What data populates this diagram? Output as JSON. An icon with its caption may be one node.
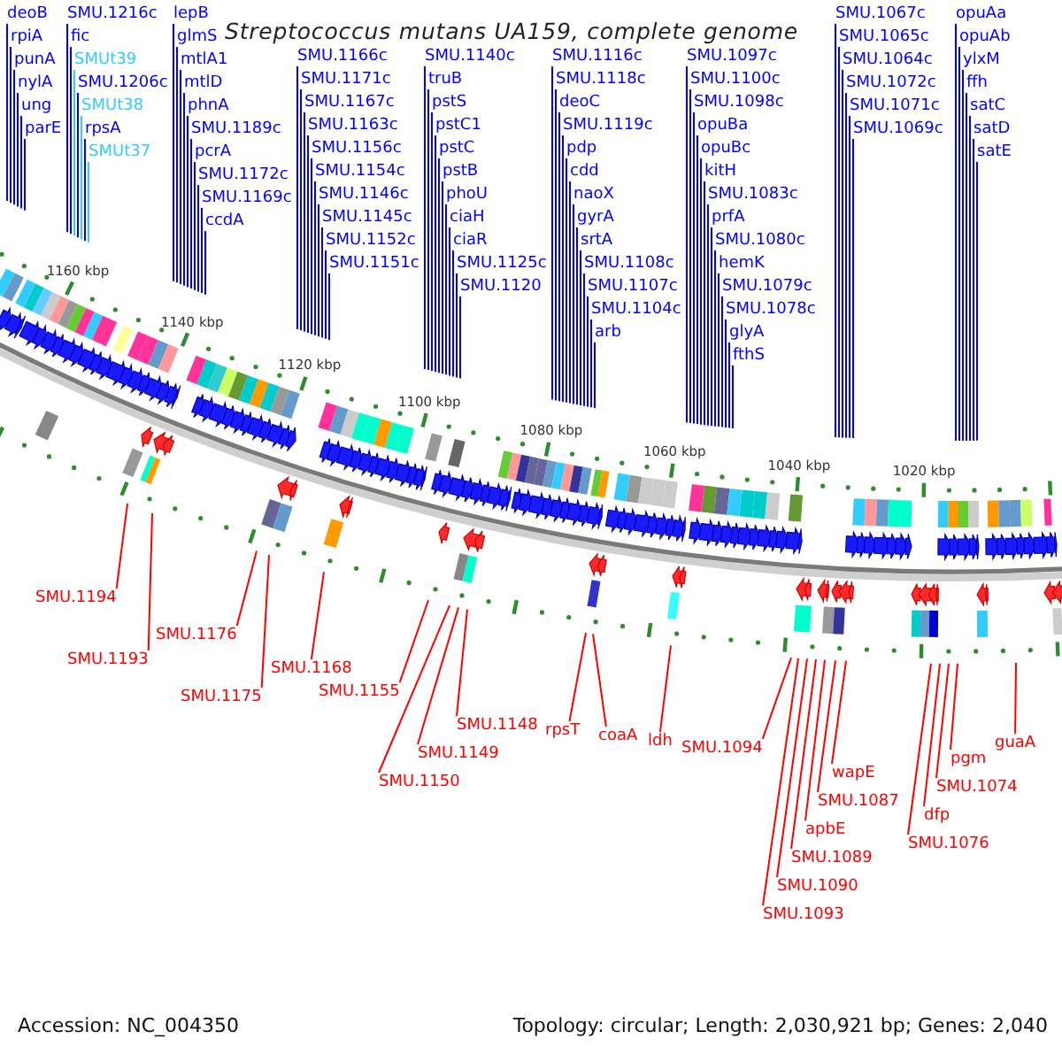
{
  "diagram": {
    "title": "Streptococcus mutans UA159, complete genome",
    "nodes": [
      {
        "text": [
          "SMU.1067c"
        ]
      },
      {
        "text": [
          "deoB"
        ]
      },
      {
        "text": [
          "SMU.1065c"
        ]
      },
      {
        "text": [
          "rpiA"
        ]
      },
      {
        "text": [
          "SMU.1216c"
        ]
      },
      {
        "text": [
          "SMUt39"
        ]
      },
      {
        "text": [
          "SMU.1098c"
        ]
      },
      {
        "text": [
          "SMU.1140c"
        ]
      },
      {
        "text": [
          "SMU.1119c"
        ]
      },
      {
        "text": [
          "pcrA"
        ]
      },
      {
        "text": [
          "SMU.1163c"
        ]
      },
      {
        "text": [
          "SMU.1206c"
        ]
      },
      {
        "text": [
          "SMU.1189c"
        ]
      },
      {
        "text": [
          "punA"
        ]
      },
      {
        "text": [
          "SMU.1083c"
        ]
      },
      {
        "text": [
          "SMU.1064c"
        ]
      },
      {
        "text": [
          "ung"
        ]
      },
      {
        "text": [
          "SMU.1107c"
        ]
      },
      {
        "text": [
          "ciaH"
        ]
      },
      {
        "text": [
          "SMU.1156c"
        ]
      },
      {
        "text": [
          "pstS"
        ]
      },
      {
        "text": [
          "SMUt38"
        ]
      },
      {
        "text": [
          "nylA"
        ]
      },
      {
        "text": [
          "SMU.1172c"
        ]
      },
      {
        "text": [
          "parE"
        ]
      },
      {
        "text": [
          "glmS"
        ]
      },
      {
        "text": [
          "SMU.1080c"
        ]
      },
      {
        "text": [
          "opuAa"
        ]
      },
      {
        "text": [
          "SMU.1146c"
        ]
      },
      {
        "text": [
          "SMU.1104c"
        ]
      },
      {
        "text": [
          "SMU.1125c"
        ]
      },
      {
        "text": [
          "SMU.1169c"
        ]
      },
      {
        "text": [
          "fic"
        ]
      },
      {
        "text": [
          "rpsA"
        ]
      },
      {
        "text": [
          "mtlD"
        ]
      },
      {
        "text": [
          "SMU.1120"
        ]
      },
      {
        "text": [
          "SMU.1079c"
        ]
      },
      {
        "text": [
          "opuAb"
        ]
      },
      {
        "text": [
          "SMU.1154c"
        ]
      },
      {
        "text": [
          "pstC1"
        ]
      },
      {
        "text": [
          "lepB"
        ]
      },
      {
        "text": [
          "arb"
        ]
      },
      {
        "text": [
          "ccdA"
        ]
      },
      {
        "text": [
          "SMUt37"
        ]
      },
      {
        "text": [
          "SMU.1116c"
        ]
      },
      {
        "text": [
          "phnA"
        ]
      },
      {
        "text": [
          "ciaR"
        ]
      },
      {
        "text": [
          "SMU.1145c"
        ]
      },
      {
        "text": [
          "SMU.1078c"
        ]
      },
      {
        "text": [
          "ylxM"
        ]
      },
      {
        "text": [
          "SMU.1166c"
        ]
      },
      {
        "text": [
          "SMU.1097c"
        ]
      },
      {
        "text": [
          "mtlA1"
        ]
      },
      {
        "text": [
          "SMU.1118c"
        ]
      },
      {
        "text": [
          "pstC"
        ]
      },
      {
        "text": [
          "SMU.1152c"
        ]
      },
      {
        "text": [
          "SMU.1171c"
        ]
      },
      {
        "text": [
          "kitH"
        ]
      },
      {
        "text": [
          "fthS"
        ]
      },
      {
        "text": [
          "ffh"
        ]
      },
      {
        "text": [
          "SMU.1108c"
        ]
      },
      {
        "text": [
          "SMU.1167c"
        ]
      },
      {
        "text": [
          "deoC"
        ]
      },
      {
        "text": [
          "pstB"
        ]
      },
      {
        "text": [
          "SMU.1151c"
        ]
      },
      {
        "text": [
          "SMU.1100c"
        ]
      },
      {
        "text": [
          "prfA"
        ]
      },
      {
        "text": [
          "satC"
        ]
      },
      {
        "text": [
          "SMU.1072c"
        ]
      },
      {
        "text": [
          "naoX"
        ]
      },
      {
        "text": [
          "truB"
        ]
      },
      {
        "text": [
          "pdp"
        ]
      },
      {
        "text": [
          "gyrA"
        ]
      },
      {
        "text": [
          "phoU"
        ]
      },
      {
        "text": [
          "opuBa"
        ]
      },
      {
        "text": [
          "hemK"
        ]
      },
      {
        "text": [
          "satD"
        ]
      },
      {
        "text": [
          "SMU.1071c"
        ]
      },
      {
        "text": [
          "cdd"
        ]
      },
      {
        "text": [
          "srtA"
        ]
      },
      {
        "text": [
          "opuBc"
        ]
      },
      {
        "text": [
          "glyA"
        ]
      },
      {
        "text": [
          "SMU.1069c"
        ]
      },
      {
        "text": [
          "satE"
        ]
      },
      {
        "text": [
          "SMU.1194"
        ]
      },
      {
        "text": [
          "SMU.1176"
        ]
      },
      {
        "text": [
          "SMU.1193"
        ]
      },
      {
        "text": [
          "SMU.1168"
        ]
      },
      {
        "text": [
          "SMU.1155"
        ]
      },
      {
        "text": [
          "SMU.1175"
        ]
      },
      {
        "text": [
          "SMU.1148"
        ]
      },
      {
        "text": [
          "rpsT"
        ]
      },
      {
        "text": [
          "coaA"
        ]
      },
      {
        "text": [
          "ldh"
        ]
      },
      {
        "text": [
          "SMU.1094"
        ]
      },
      {
        "text": [
          "SMU.1149"
        ]
      },
      {
        "text": [
          "pgm"
        ]
      },
      {
        "text": [
          "wapE"
        ]
      },
      {
        "text": [
          "guaA"
        ]
      },
      {
        "text": [
          "SMU.1150"
        ]
      },
      {
        "text": [
          "SMU.1087"
        ]
      },
      {
        "text": [
          "SMU.1074"
        ]
      },
      {
        "text": [
          "dfp"
        ]
      },
      {
        "text": [
          "apbE"
        ]
      },
      {
        "text": [
          "SMU.1076"
        ]
      },
      {
        "text": [
          "SMU.1089"
        ]
      },
      {
        "text": [
          "SMU.1090"
        ]
      },
      {
        "text": [
          "SMU.1093"
        ]
      }
    ],
    "edges": [
      {
        "from": 0,
        "to": null,
        "arrow": "none"
      },
      {
        "from": 1,
        "to": null,
        "arrow": "none"
      },
      {
        "from": 2,
        "to": null,
        "arrow": "none"
      },
      {
        "from": 3,
        "to": null,
        "arrow": "none"
      },
      {
        "from": 4,
        "to": null,
        "arrow": "none"
      },
      {
        "from": 5,
        "to": null,
        "arrow": "none",
        "color": "#33ccff"
      },
      {
        "from": 6,
        "to": null,
        "arrow": "none"
      },
      {
        "from": 7,
        "to": null,
        "arrow": "none"
      },
      {
        "from": 8,
        "to": null,
        "arrow": "none"
      },
      {
        "from": 9,
        "to": null,
        "arrow": "none"
      },
      {
        "from": 10,
        "to": null,
        "arrow": "none"
      },
      {
        "from": 11,
        "to": null,
        "arrow": "none"
      },
      {
        "from": 12,
        "to": null,
        "arrow": "none"
      },
      {
        "from": 13,
        "to": null,
        "arrow": "none"
      },
      {
        "from": 14,
        "to": null,
        "arrow": "none"
      },
      {
        "from": 15,
        "to": null,
        "arrow": "none"
      },
      {
        "from": 16,
        "to": null,
        "arrow": "none"
      },
      {
        "from": 17,
        "to": null,
        "arrow": "none"
      },
      {
        "from": 18,
        "to": null,
        "arrow": "none"
      },
      {
        "from": 19,
        "to": null,
        "arrow": "none"
      },
      {
        "from": 20,
        "to": null,
        "arrow": "none"
      },
      {
        "from": 21,
        "to": null,
        "arrow": "none",
        "color": "#33ccff"
      },
      {
        "from": 22,
        "to": null,
        "arrow": "none"
      },
      {
        "from": 23,
        "to": null,
        "arrow": "none"
      },
      {
        "from": 24,
        "to": null,
        "arrow": "none"
      },
      {
        "from": 25,
        "to": null,
        "arrow": "none"
      },
      {
        "from": 26,
        "to": null,
        "arrow": "none"
      },
      {
        "from": 27,
        "to": null,
        "arrow": "none"
      },
      {
        "from": 28,
        "to": null,
        "arrow": "none"
      },
      {
        "from": 29,
        "to": null,
        "arrow": "none"
      },
      {
        "from": 30,
        "to": null,
        "arrow": "none"
      },
      {
        "from": 31,
        "to": null,
        "arrow": "none"
      },
      {
        "from": 32,
        "to": null,
        "arrow": "none"
      },
      {
        "from": 33,
        "to": null,
        "arrow": "none"
      },
      {
        "from": 34,
        "to": null,
        "arrow": "none"
      },
      {
        "from": 35,
        "to": null,
        "arrow": "none"
      },
      {
        "from": 36,
        "to": null,
        "arrow": "none"
      },
      {
        "from": 37,
        "to": null,
        "arrow": "none"
      },
      {
        "from": 38,
        "to": null,
        "arrow": "none"
      },
      {
        "from": 39,
        "to": null,
        "arrow": "none"
      },
      {
        "from": 40,
        "to": null,
        "arrow": "none"
      },
      {
        "from": 41,
        "to": null,
        "arrow": "none"
      },
      {
        "from": 42,
        "to": null,
        "arrow": "none"
      },
      {
        "from": 43,
        "to": null,
        "arrow": "none",
        "color": "#33ccff"
      },
      {
        "from": 44,
        "to": null,
        "arrow": "none"
      },
      {
        "from": 45,
        "to": null,
        "arrow": "none"
      },
      {
        "from": 46,
        "to": null,
        "arrow": "none"
      },
      {
        "from": 47,
        "to": null,
        "arrow": "none"
      },
      {
        "from": 48,
        "to": null,
        "arrow": "none"
      },
      {
        "from": 49,
        "to": null,
        "arrow": "none"
      },
      {
        "from": 50,
        "to": null,
        "arrow": "none"
      },
      {
        "from": 51,
        "to": null,
        "arrow": "none"
      },
      {
        "from": 52,
        "to": null,
        "arrow": "none"
      },
      {
        "from": 53,
        "to": null,
        "arrow": "none"
      },
      {
        "from": 54,
        "to": null,
        "arrow": "none"
      },
      {
        "from": 55,
        "to": null,
        "arrow": "none"
      },
      {
        "from": 56,
        "to": null,
        "arrow": "none"
      },
      {
        "from": 57,
        "to": null,
        "arrow": "none"
      },
      {
        "from": 58,
        "to": null,
        "arrow": "none"
      },
      {
        "from": 59,
        "to": null,
        "arrow": "none"
      },
      {
        "from": 60,
        "to": null,
        "arrow": "none"
      },
      {
        "from": 61,
        "to": null,
        "arrow": "none"
      },
      {
        "from": 62,
        "to": null,
        "arrow": "none"
      },
      {
        "from": 63,
        "to": null,
        "arrow": "none"
      },
      {
        "from": 64,
        "to": null,
        "arrow": "none"
      },
      {
        "from": 65,
        "to": null,
        "arrow": "none"
      },
      {
        "from": 66,
        "to": null,
        "arrow": "none"
      },
      {
        "from": 67,
        "to": null,
        "arrow": "none"
      },
      {
        "from": 68,
        "to": null,
        "arrow": "none"
      },
      {
        "from": 69,
        "to": null,
        "arrow": "none"
      },
      {
        "from": 70,
        "to": null,
        "arrow": "none"
      },
      {
        "from": 71,
        "to": null,
        "arrow": "none"
      },
      {
        "from": 72,
        "to": null,
        "arrow": "none"
      },
      {
        "from": 73,
        "to": null,
        "arrow": "none"
      },
      {
        "from": 74,
        "to": null,
        "arrow": "none"
      },
      {
        "from": 75,
        "to": null,
        "arrow": "none"
      },
      {
        "from": 76,
        "to": null,
        "arrow": "none"
      },
      {
        "from": 77,
        "to": null,
        "arrow": "none"
      },
      {
        "from": 78,
        "to": null,
        "arrow": "none"
      },
      {
        "from": 79,
        "to": null,
        "arrow": "none"
      },
      {
        "from": 80,
        "to": null,
        "arrow": "none"
      },
      {
        "from": 81,
        "to": null,
        "arrow": "none"
      },
      {
        "from": 82,
        "to": null,
        "arrow": "none"
      },
      {
        "from": 83,
        "to": null,
        "arrow": "none"
      },
      {
        "from": 84,
        "to": null,
        "arrow": "none",
        "color": "#ff0000"
      },
      {
        "from": 85,
        "to": null,
        "arrow": "none",
        "color": "#ff0000"
      },
      {
        "from": 86,
        "to": null,
        "arrow": "none",
        "color": "#ff0000"
      },
      {
        "from": 87,
        "to": null,
        "arrow": "none",
        "color": "#ff0000"
      },
      {
        "from": 88,
        "to": null,
        "arrow": "none",
        "color": "#ff0000"
      },
      {
        "from": 89,
        "to": null,
        "arrow": "none",
        "color": "#ff0000"
      },
      {
        "from": 90,
        "to": null,
        "arrow": "none",
        "color": "#ff0000"
      },
      {
        "from": 91,
        "to": null,
        "arrow": "none",
        "color": "#ff0000"
      },
      {
        "from": 92,
        "to": null,
        "arrow": "none",
        "color": "#ff0000"
      },
      {
        "from": 93,
        "to": null,
        "arrow": "none",
        "color": "#ff0000"
      },
      {
        "from": 94,
        "to": null,
        "arrow": "none",
        "color": "#ff0000"
      },
      {
        "from": 95,
        "to": null,
        "arrow": "none",
        "color": "#ff0000"
      },
      {
        "from": 96,
        "to": null,
        "arrow": "none",
        "color": "#ff0000"
      },
      {
        "from": 97,
        "to": null,
        "arrow": "none",
        "color": "#ff0000"
      },
      {
        "from": 98,
        "to": null,
        "arrow": "none",
        "color": "#ff0000"
      },
      {
        "from": 99,
        "to": null,
        "arrow": "none",
        "color": "#ff0000"
      },
      {
        "from": 100,
        "to": null,
        "arrow": "none",
        "color": "#ff0000"
      },
      {
        "from": 101,
        "to": null,
        "arrow": "none",
        "color": "#ff0000"
      },
      {
        "from": 102,
        "to": null,
        "arrow": "none",
        "color": "#ff0000"
      },
      {
        "from": 103,
        "to": null,
        "arrow": "none",
        "color": "#ff0000"
      },
      {
        "from": 104,
        "to": null,
        "arrow": "none",
        "color": "#ff0000"
      },
      {
        "from": 105,
        "to": null,
        "arrow": "none",
        "color": "#ff0000"
      },
      {
        "from": 106,
        "to": null,
        "arrow": "none",
        "color": "#ff0000"
      },
      {
        "from": 107,
        "to": null,
        "arrow": "none",
        "color": "#ff0000"
      }
    ],
    "labels": [
      "1160 kbp",
      "1140 kbp",
      "1120 kbp",
      "1100 kbp",
      "1080 kbp",
      "1060 kbp",
      "1040 kbp",
      "1020 kbp",
      "Accession: NC_004350",
      "Topology: circular; Length: 2,030,921 bp; Genes: 2,040"
    ]
  }
}
